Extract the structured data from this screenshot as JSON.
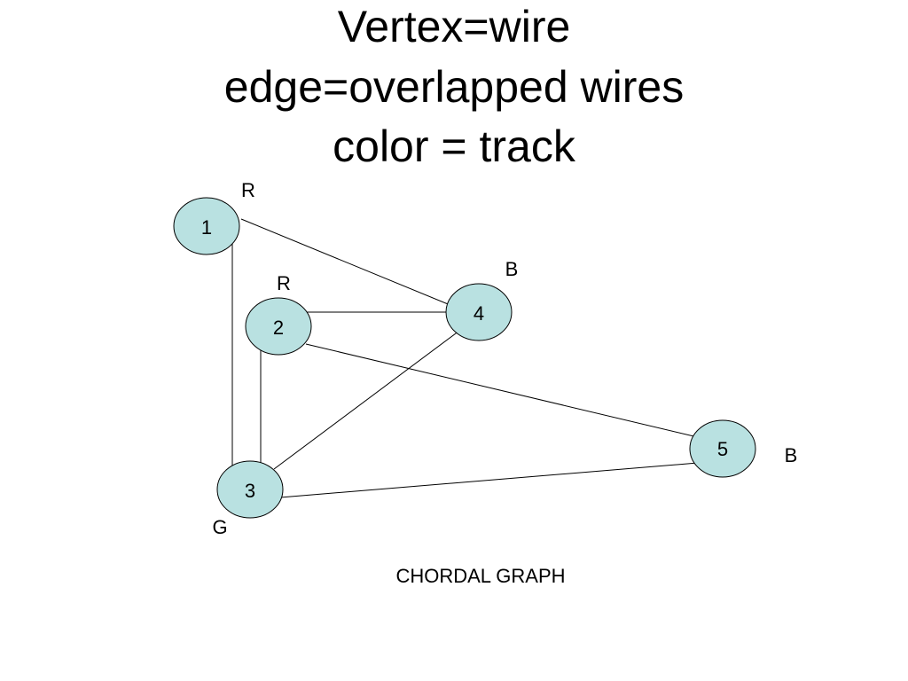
{
  "title": {
    "line1": "Vertex=wire",
    "line2": "edge=overlapped wires",
    "line3": "color = track"
  },
  "graph": {
    "vertices": [
      {
        "id": "1",
        "color": "R"
      },
      {
        "id": "2",
        "color": "R"
      },
      {
        "id": "3",
        "color": "G"
      },
      {
        "id": "4",
        "color": "B"
      },
      {
        "id": "5",
        "color": "B"
      }
    ],
    "edges": [
      [
        "1",
        "4"
      ],
      [
        "1",
        "3"
      ],
      [
        "2",
        "4"
      ],
      [
        "2",
        "3"
      ],
      [
        "2",
        "5"
      ],
      [
        "3",
        "4"
      ],
      [
        "3",
        "5"
      ]
    ]
  },
  "caption": "CHORDAL GRAPH",
  "colors": {
    "node_fill": "#b9e1e1",
    "line": "#000000"
  }
}
